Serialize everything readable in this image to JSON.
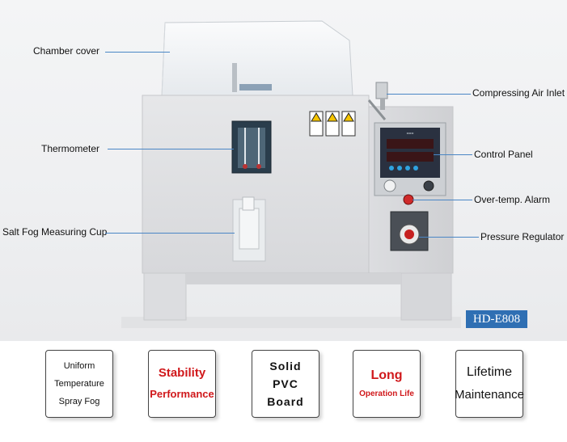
{
  "annotations": {
    "chamber_cover": "Chamber cover",
    "thermometer": "Thermometer",
    "salt_fog_cup": "Salt Fog Measuring Cup",
    "compressing_air_inlet": "Compressing Air Inlet",
    "control_panel": "Control Panel",
    "over_temp_alarm": "Over-temp. Alarm",
    "pressure_regulator": "Pressure Regulator"
  },
  "model": "HD-E808",
  "features": [
    {
      "lines": [
        "Uniform",
        "Temperature",
        "Spray Fog"
      ],
      "color": "#111111"
    },
    {
      "lines": [
        "Stability",
        "Performance"
      ],
      "color": "#d0181b"
    },
    {
      "lines": [
        "Solid",
        "PVC",
        "Board"
      ],
      "color": "#111111"
    },
    {
      "lines": [
        "Long",
        "Operation Life"
      ],
      "color": "#d0181b"
    },
    {
      "lines": [
        "Lifetime",
        "Maintenance"
      ],
      "color": "#111111"
    }
  ],
  "colors": {
    "accent_blue": "#2f6fb3",
    "callout_line": "#4a86c5",
    "highlight_red": "#d0181b",
    "cabinet": "#e2e3e5"
  }
}
